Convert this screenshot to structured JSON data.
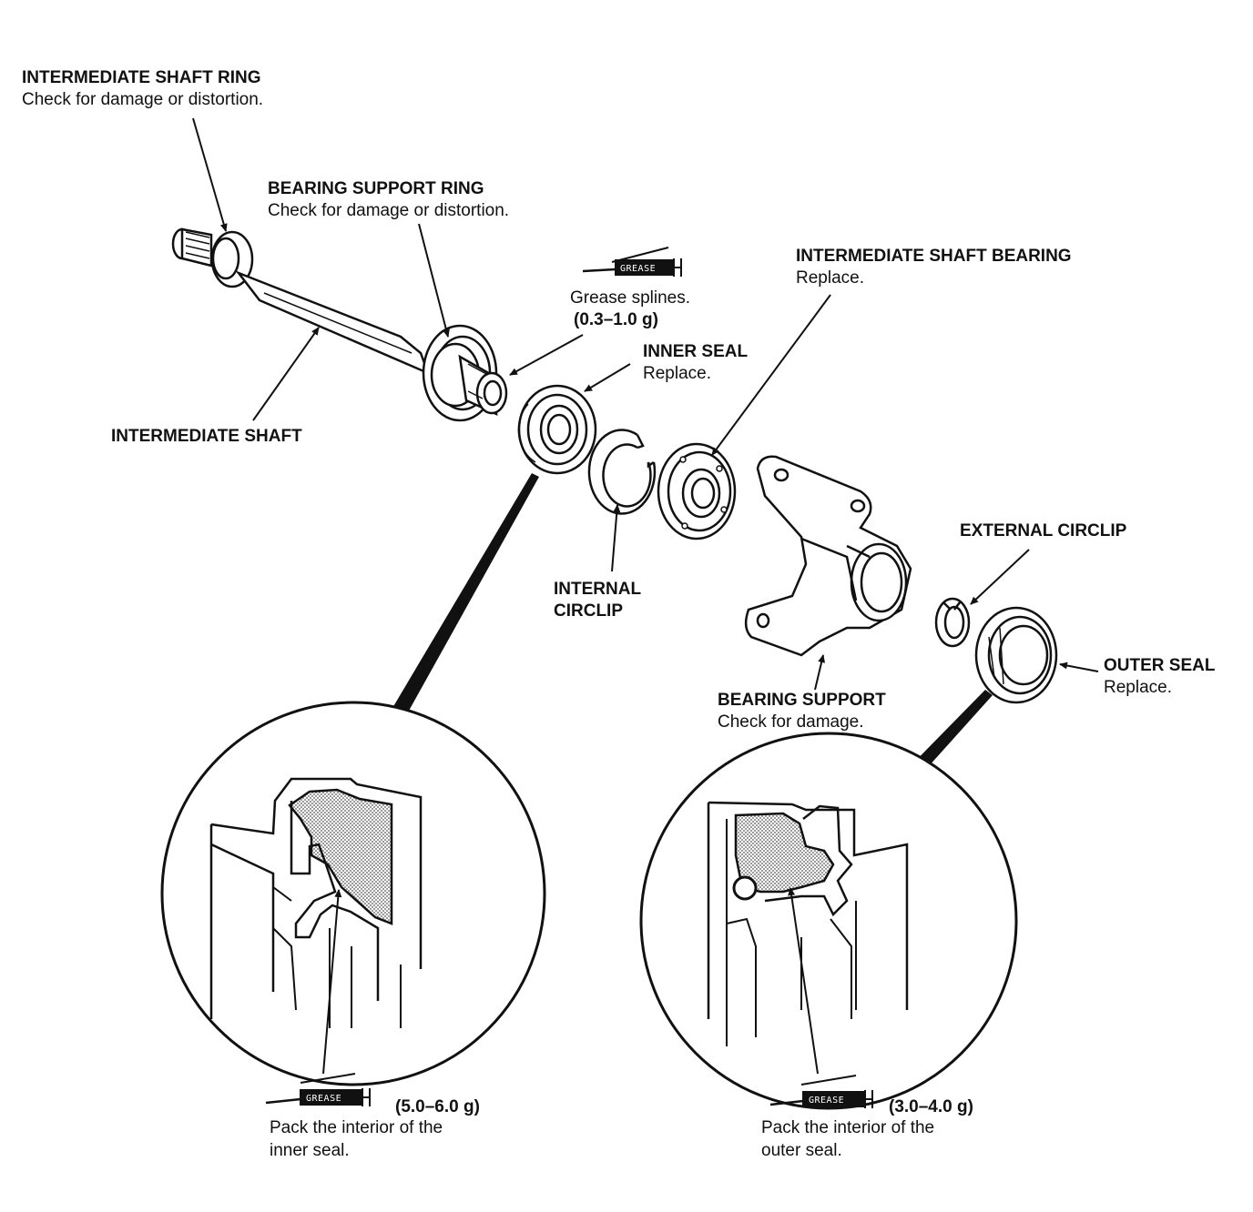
{
  "labels": {
    "intermediate_shaft_ring": {
      "title": "INTERMEDIATE SHAFT RING",
      "note": "Check for damage or distortion."
    },
    "bearing_support_ring": {
      "title": "BEARING SUPPORT RING",
      "note": "Check for damage or distortion."
    },
    "grease_splines": {
      "note": "Grease splines.",
      "amount": "(0.3–1.0 g)"
    },
    "intermediate_shaft_bearing": {
      "title": "INTERMEDIATE SHAFT BEARING",
      "note": "Replace."
    },
    "inner_seal": {
      "title": "INNER SEAL",
      "note": "Replace."
    },
    "intermediate_shaft": {
      "title": "INTERMEDIATE SHAFT"
    },
    "internal_circlip": {
      "line1": "INTERNAL",
      "line2": "CIRCLIP"
    },
    "external_circlip": {
      "title": "EXTERNAL CIRCLIP"
    },
    "outer_seal": {
      "title": "OUTER SEAL",
      "note": "Replace."
    },
    "bearing_support": {
      "title": "BEARING SUPPORT",
      "note": "Check for damage."
    },
    "inner_pack": {
      "amount": "(5.0–6.0 g)",
      "line1": "Pack the interior of the",
      "line2": "inner seal."
    },
    "outer_pack": {
      "amount": "(3.0–4.0 g)",
      "line1": "Pack the interior of the",
      "line2": "outer seal."
    }
  },
  "grease_tube_text": "GREASE",
  "colors": {
    "ink": "#111111",
    "paper": "#ffffff",
    "grease_fill": "#c8c8c8"
  }
}
